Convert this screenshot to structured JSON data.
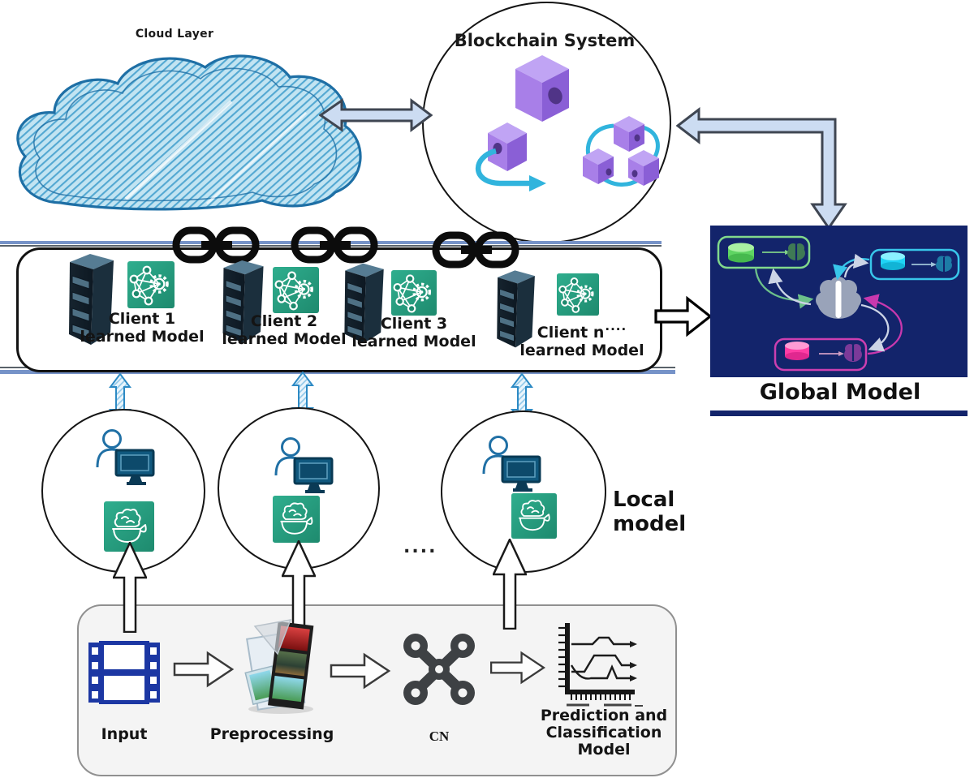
{
  "diagram": {
    "cloud": {
      "label": "Cloud Layer"
    },
    "blockchain": {
      "title": "Blockchain System"
    },
    "global_model": {
      "label": "Global Model"
    },
    "local_model": {
      "label": "Local model",
      "ellipsis": "...."
    },
    "clients": [
      {
        "name": "Client 1",
        "sub": "learned Model"
      },
      {
        "name": "Client 2",
        "sub": "learned Model"
      },
      {
        "name": "Client 3",
        "sub": "learned Model"
      },
      {
        "name": "Client n",
        "sub": "learned Model",
        "ellipsis": "...."
      }
    ],
    "pipeline": {
      "input_label": "Input",
      "preprocessing_label": "Preprocessing",
      "cn_label": "CN",
      "prediction_lines": [
        "Prediction and",
        "Classification",
        "Model"
      ]
    },
    "colors": {
      "navy_box": "#13246b",
      "teal_icon": "#259178",
      "purple_cube": "#9a6fe0",
      "cyan_accent": "#31b4dd",
      "steel_blue_line": "#7693c8",
      "light_arrow_fill": "#ccdcf2",
      "green_model": "#6edd6e",
      "cyan_model": "#1fd3f5",
      "magenta_model": "#ff3da5",
      "sketch_cloud_fill": "#c2e4f2",
      "sketch_cloud_stroke": "#1e6fa5"
    }
  }
}
